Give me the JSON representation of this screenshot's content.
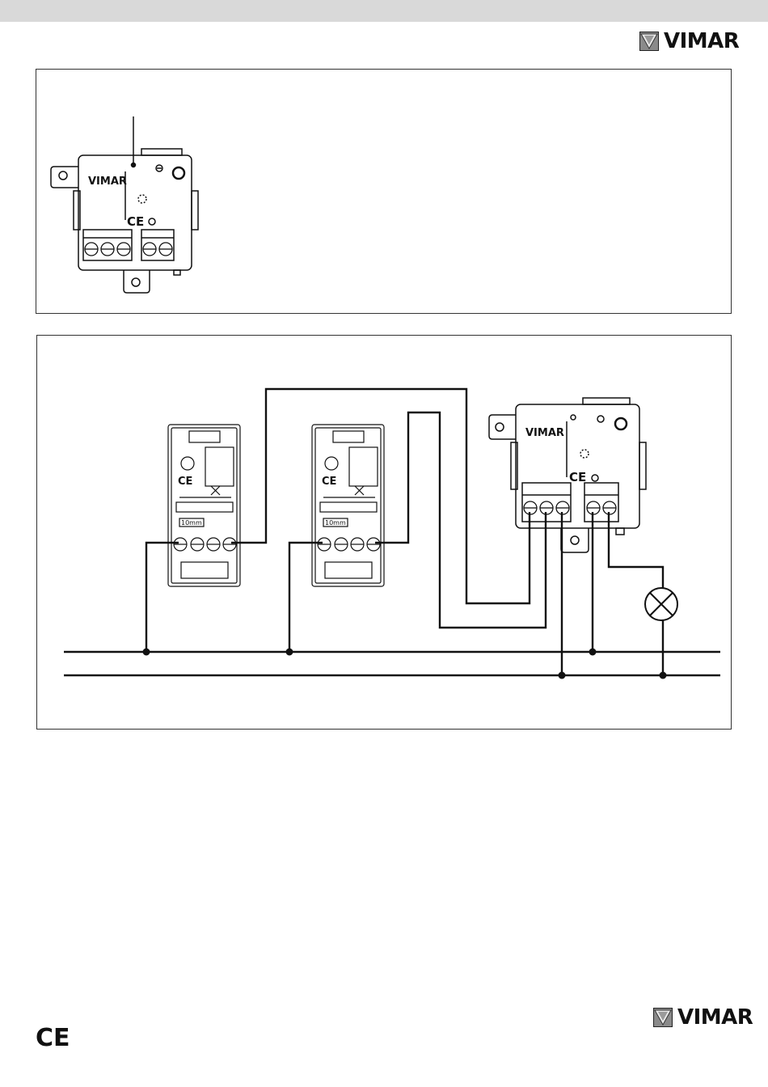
{
  "brand": {
    "name": "VIMAR",
    "logo_icon": "vimar-logo-icon"
  },
  "panel_top": {
    "module": {
      "brand": "VIMAR",
      "ce": "CE"
    }
  },
  "panel_wiring": {
    "module": {
      "brand": "VIMAR",
      "ce": "CE"
    },
    "push_buttons": [
      {
        "ce": "CE",
        "rating": "10mm"
      },
      {
        "ce": "CE",
        "rating": "10mm"
      }
    ],
    "load": {
      "icon": "lamp-icon"
    }
  },
  "footer": {
    "ce": "CE"
  },
  "colors": {
    "band": "#d9d9d9",
    "line": "#111111",
    "border": "#333333"
  }
}
